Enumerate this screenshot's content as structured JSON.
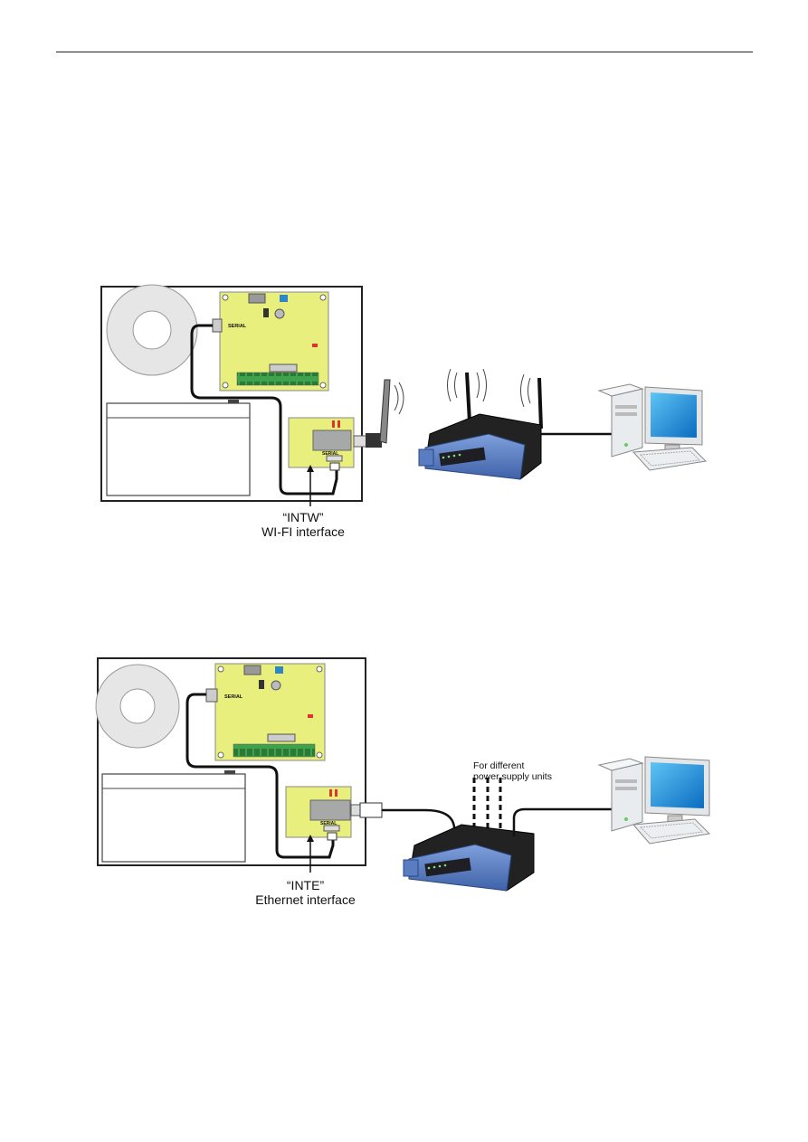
{
  "diagram_wifi": {
    "serial_label_board": "SERIAL",
    "serial_label_module": "SERIAL",
    "caption_line1": "“INTW”",
    "caption_line2": "WI-FI interface"
  },
  "diagram_ethernet": {
    "serial_label_board": "SERIAL",
    "serial_label_module": "SERIAL",
    "caption_line1": "“INTE”",
    "caption_line2": "Ethernet interface",
    "note_line1": "For different",
    "note_line2": "power supply units"
  },
  "colors": {
    "pcb": "#e8ef7c",
    "router_blue": "#5b7fc4",
    "router_dark": "#1e1e24",
    "monitor_screen": "#1f8fd8",
    "computer_case": "#e9ecef",
    "cable": "#111111"
  }
}
